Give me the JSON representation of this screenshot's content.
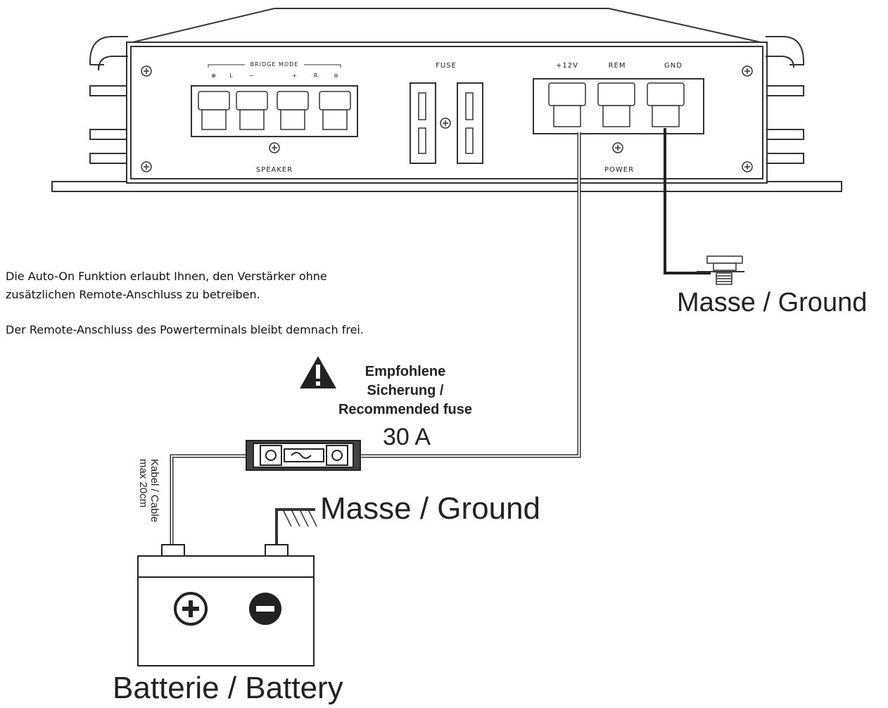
{
  "amplifier": {
    "bridge_mode": "BRIDGE MODE",
    "speaker_pins": [
      "⊕",
      "L",
      "−",
      "+",
      "R",
      "⊖"
    ],
    "speaker_label": "SPEAKER",
    "fuse_label": "FUSE",
    "power_terminals": [
      "+12V",
      "REM",
      "GND"
    ],
    "power_label": "POWER"
  },
  "notes": {
    "line1": "Die Auto-On Funktion erlaubt Ihnen, den Verstärker ohne",
    "line2": "zusätzlichen Remote-Anschluss zu betreiben.",
    "line3": "Der Remote-Anschluss des Powerterminals bleibt demnach frei."
  },
  "fuse_note": {
    "line1": "Empfohlene",
    "line2": "Sicherung /",
    "line3": "Recommended fuse",
    "value": "30 A"
  },
  "ground_top": "Masse / Ground",
  "ground_battery": "Masse / Ground",
  "cable_note": {
    "line1": "Kabel / Cable",
    "line2": "max 20cm"
  },
  "battery_label": "Batterie / Battery"
}
